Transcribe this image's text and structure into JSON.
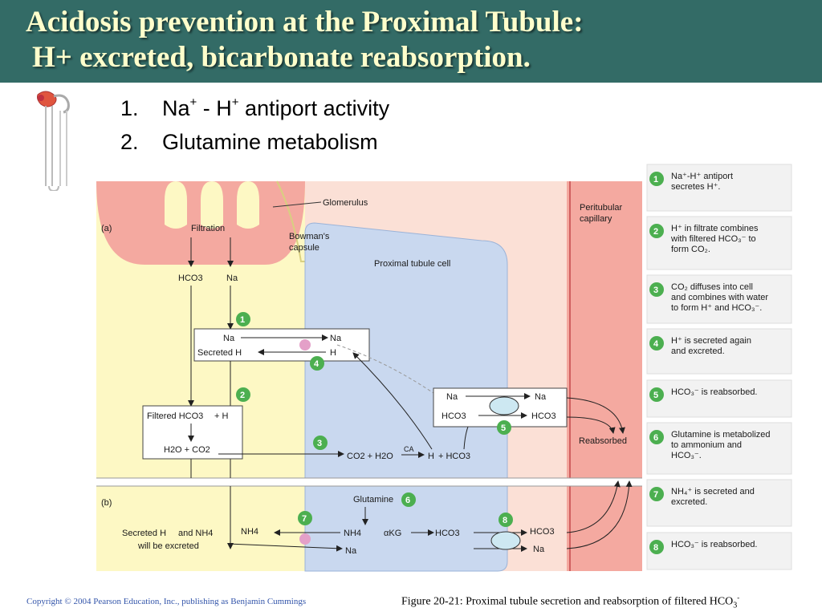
{
  "title": {
    "line1": "Acidosis prevention at the Proximal Tubule:",
    "line2": "H+ excreted, bicarbonate reabsorption."
  },
  "bullets": [
    {
      "num": "1.",
      "pre": "Na",
      "sup1": "+",
      "mid": " - H",
      "sup2": "+",
      "post": " antiport activity"
    },
    {
      "num": "2.",
      "pre": "Glutamine metabolism",
      "sup1": "",
      "mid": "",
      "sup2": "",
      "post": ""
    }
  ],
  "diagram": {
    "panel_a": "(a)",
    "panel_b": "(b)",
    "glomerulus": "Glomerulus",
    "filtration": "Filtration",
    "bowmans_1": "Bowman's",
    "bowmans_2": "capsule",
    "proximal_cell": "Proximal tubule cell",
    "peritubular_1": "Peritubular",
    "peritubular_2": "capillary",
    "reabsorbed": "Reabsorbed",
    "hco3_top": "HCO3",
    "na_top": "Na",
    "box1_na_left": "Na",
    "box1_secreted_h": "Secreted H",
    "box1_na_right": "Na",
    "box1_h_right": "H",
    "box2_line1": "Filtered HCO3",
    "box2_plus_h": "+ H",
    "box2_line2": "H2O + CO2",
    "co2_h2o": "CO2 + H2O",
    "ca": "CA",
    "h_hco3": "H",
    "plus_hco3": "+ HCO3",
    "box5_na_left": "Na",
    "box5_hco3_left": "HCO3",
    "box5_na_right": "Na",
    "box5_hco3_right": "HCO3",
    "glutamine": "Glutamine",
    "nh4_lumen": "NH4",
    "nh4_cell": "NH4",
    "akg": "αKG",
    "hco3_cell_b": "HCO3",
    "na_cell_b": "Na",
    "hco3_cap_b": "HCO3",
    "na_cap_b": "Na",
    "excreted_1": "Secreted H",
    "excreted_and": "and NH4",
    "excreted_2": "will be excreted",
    "step_numbers": [
      "1",
      "2",
      "3",
      "4",
      "5",
      "6",
      "7",
      "8"
    ]
  },
  "legend": [
    {
      "num": "1",
      "lines": [
        "Na⁺-H⁺ antiport",
        "secretes H⁺."
      ]
    },
    {
      "num": "2",
      "lines": [
        "H⁺ in filtrate combines",
        "with filtered HCO₃⁻ to",
        "form CO₂."
      ]
    },
    {
      "num": "3",
      "lines": [
        "CO₂ diffuses into cell",
        "and combines with water",
        "to form H⁺ and HCO₃⁻."
      ]
    },
    {
      "num": "4",
      "lines": [
        "H⁺ is secreted again",
        "and excreted."
      ]
    },
    {
      "num": "5",
      "lines": [
        "HCO₃⁻ is reabsorbed."
      ]
    },
    {
      "num": "6",
      "lines": [
        "Glutamine is metabolized",
        "to ammonium and",
        "HCO₃⁻."
      ]
    },
    {
      "num": "7",
      "lines": [
        "NH₄⁺ is secreted and",
        "excreted."
      ]
    },
    {
      "num": "8",
      "lines": [
        "HCO₃⁻ is reabsorbed."
      ]
    }
  ],
  "footer": {
    "copyright": "Copyright © 2004 Pearson Education, Inc., publishing as Benjamin Cummings",
    "figure_pre": "Figure 20-21: Proximal tubule secretion and reabsorption of filtered HCO",
    "figure_sub": "3",
    "figure_sup": "-"
  },
  "colors": {
    "header": "#336b66",
    "title": "#ffffcc",
    "lumen": "#fdf8c4",
    "cell": "#c9d8ef",
    "capillary": "#f4a9a0",
    "interstitium": "#fbe0d6",
    "step_green": "#4caf50",
    "antiporter": "#cde8f2",
    "pink_dot": "#e4a0c8"
  }
}
